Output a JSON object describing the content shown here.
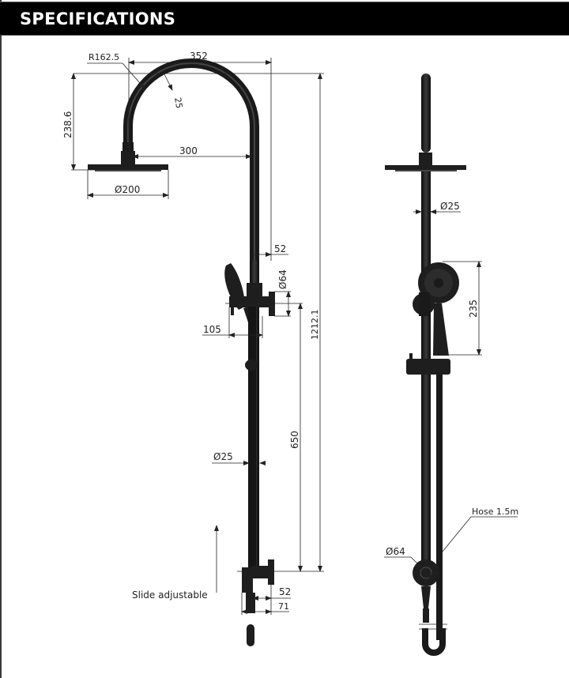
{
  "header": {
    "title": "SPECIFICATIONS"
  },
  "front_view": {
    "dimensions": {
      "arm_radius": "R162.5",
      "overall_arm_width": "352",
      "arm_tube_diameter": "25",
      "head_drop_height": "238.6",
      "head_offset": "300",
      "head_diameter": "Ø200",
      "rail_offset_top": "52",
      "bracket_diameter": "Ø64",
      "diverter_width": "105",
      "overall_height": "1212.1",
      "rail_length": "650",
      "rail_diameter": "Ø25",
      "lower_bracket_offset": "52",
      "lower_bracket_depth": "71"
    },
    "annotations": {
      "slide_label": "Slide adjustable"
    }
  },
  "side_view": {
    "dimensions": {
      "riser_diameter": "Ø25",
      "handshower_length": "235",
      "wall_bracket_diameter": "Ø64"
    },
    "annotations": {
      "hose_label": "Hose 1.5m"
    }
  },
  "colors": {
    "header_bg": "#000000",
    "header_text": "#ffffff",
    "part_fill": "#1e1e1e",
    "dimension_line": "#222222"
  }
}
